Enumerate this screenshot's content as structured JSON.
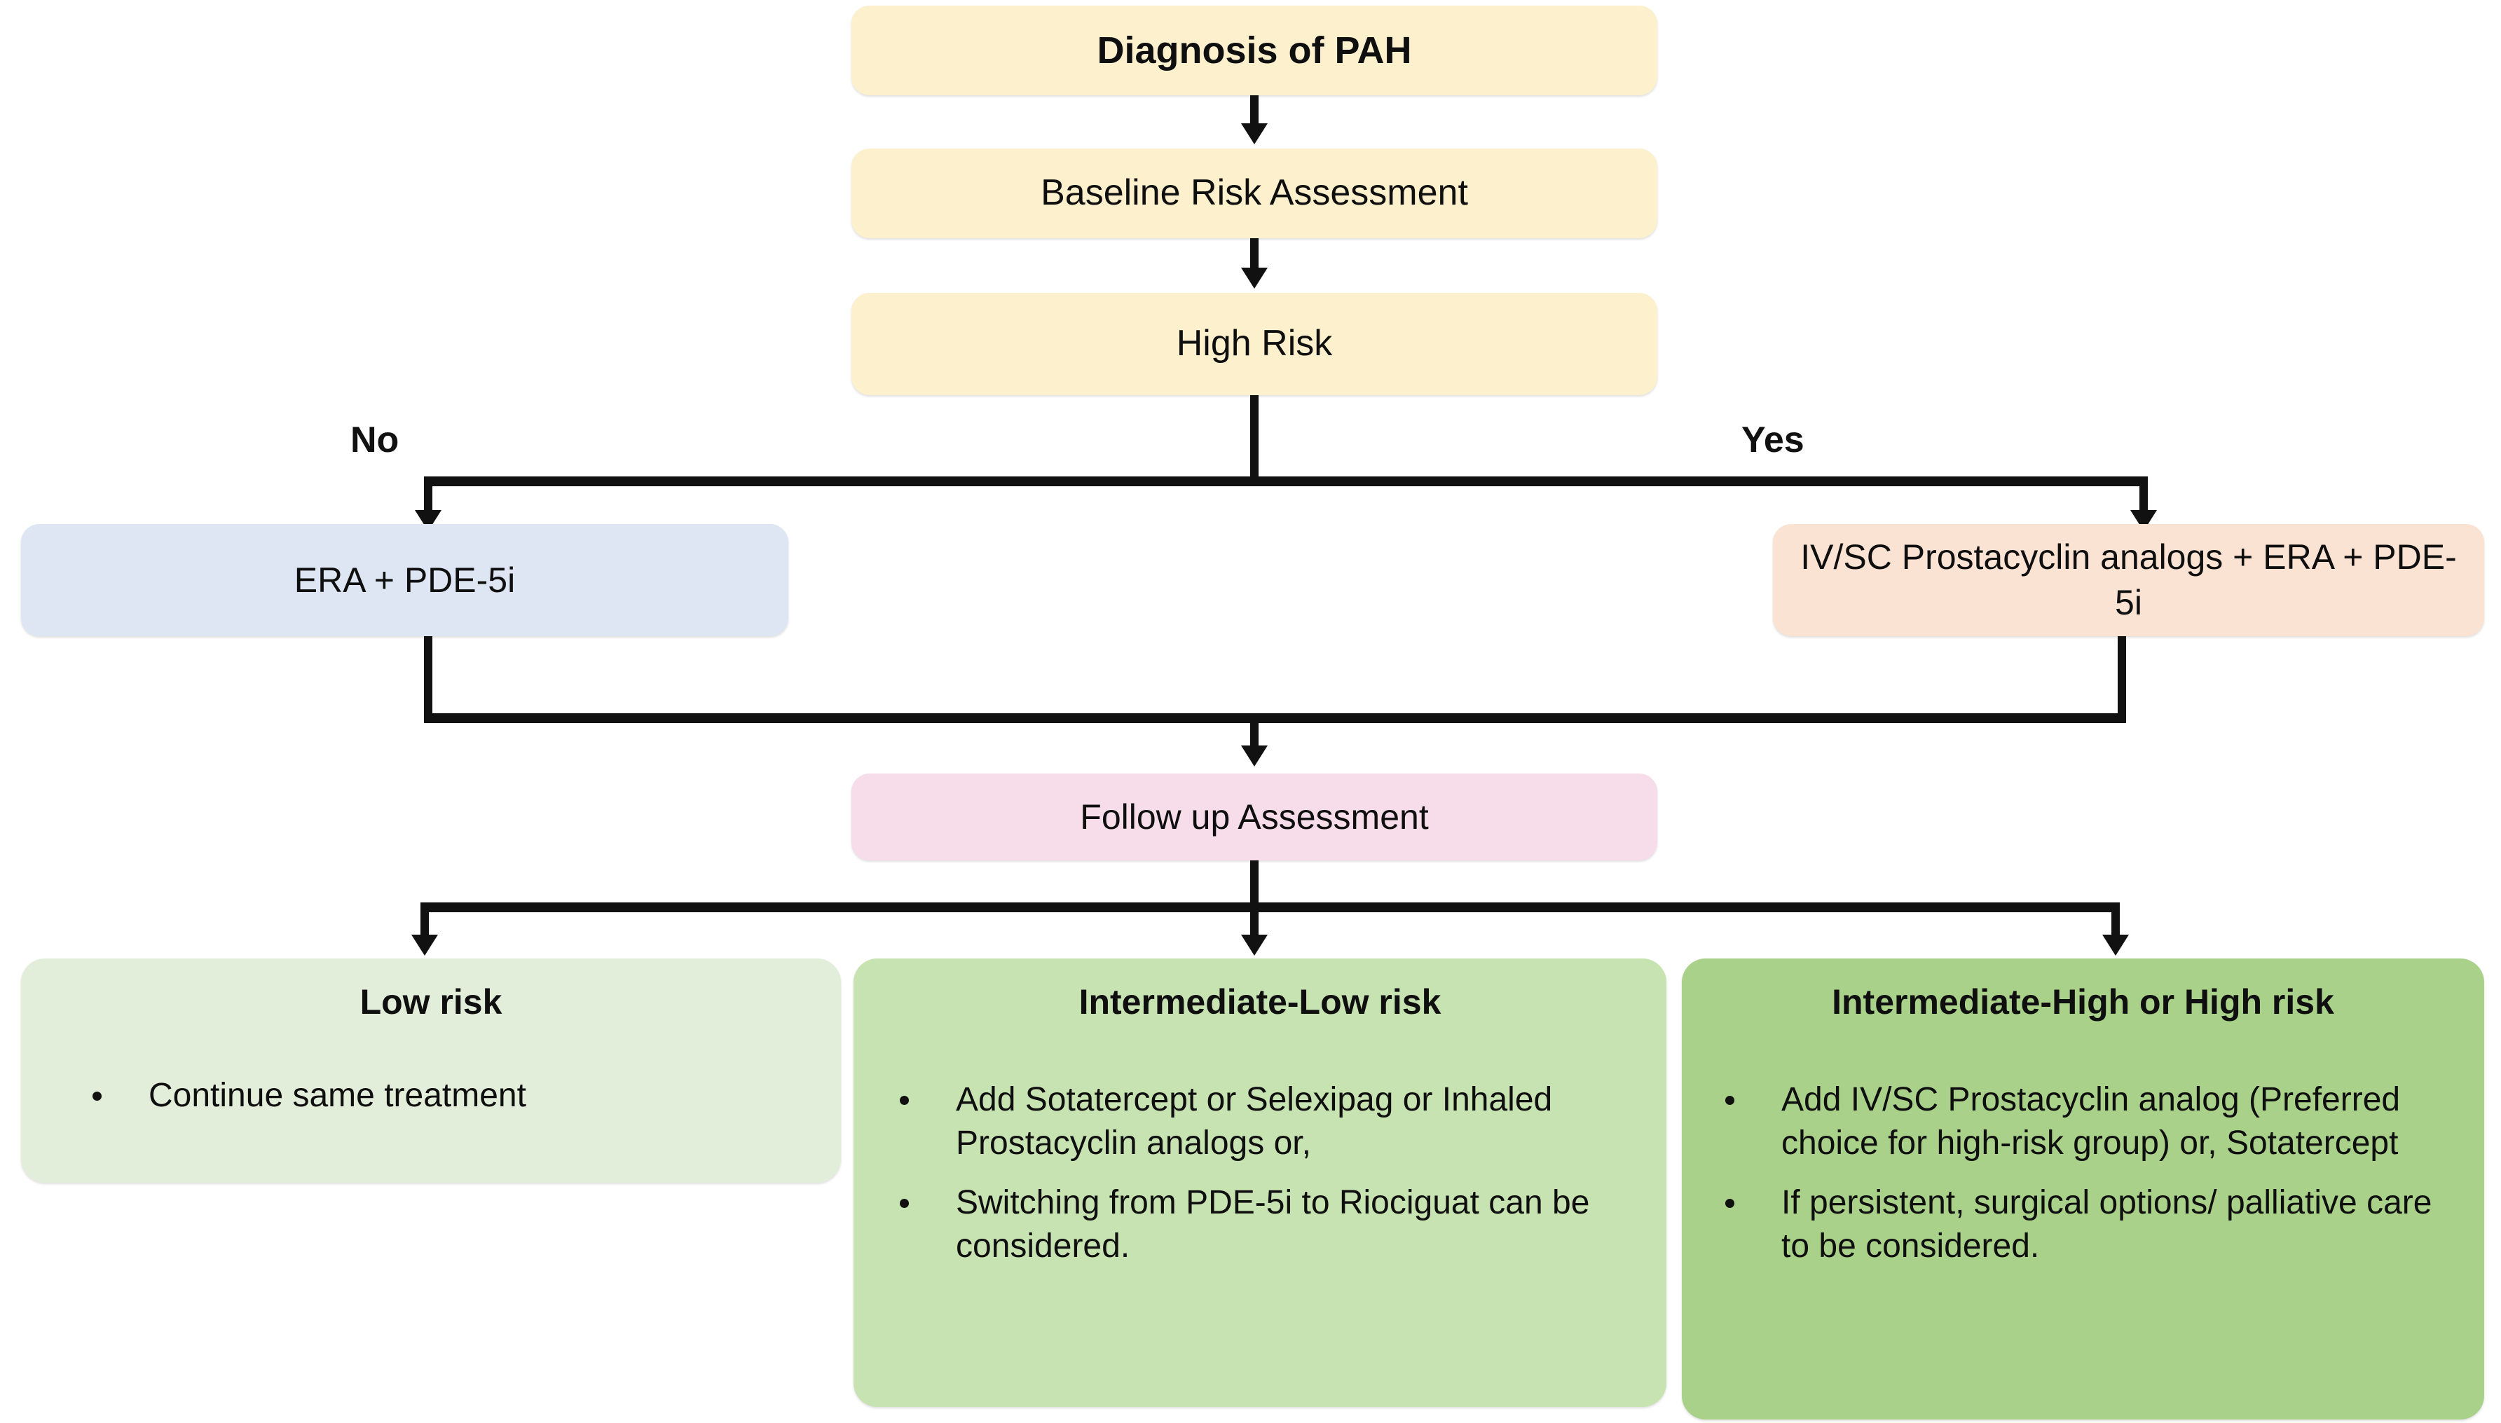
{
  "diagram": {
    "title": "PAH treatment algorithm flowchart",
    "colors": {
      "yellow": "#FDF0CC",
      "blue": "#DEE6F3",
      "orange": "#FBE3D4",
      "pink": "#F7DCE9",
      "green_light": "#E3EEDA",
      "green_mid": "#C8E3B2",
      "green_dark": "#A9D189",
      "line": "#111111",
      "text": "#0F0F0F"
    },
    "nodes": {
      "diagnosis": {
        "label": "Diagnosis of PAH"
      },
      "baseline": {
        "label": "Baseline Risk Assessment"
      },
      "high_risk": {
        "label": "High Risk"
      },
      "era_pde5i": {
        "label": "ERA + PDE-5i"
      },
      "prostacyclin_combo": {
        "label": "IV/SC Prostacyclin analogs + ERA + PDE-5i"
      },
      "follow_up": {
        "label": "Follow up Assessment"
      },
      "low_risk": {
        "title": "Low risk",
        "bullets": [
          "Continue same treatment"
        ]
      },
      "intermediate_low": {
        "title": "Intermediate-Low risk",
        "bullets": [
          "Add Sotatercept or Selexipag or Inhaled Prostacyclin analogs or,",
          "Switching from PDE-5i to Riociguat can be considered."
        ]
      },
      "intermediate_high": {
        "title": "Intermediate-High or High risk",
        "bullets": [
          "Add IV/SC Prostacyclin analog (Preferred choice for high-risk group)  or, Sotatercept",
          "If persistent, surgical options/ palliative care to be considered."
        ]
      }
    },
    "branch_labels": {
      "no": "No",
      "yes": "Yes"
    }
  }
}
